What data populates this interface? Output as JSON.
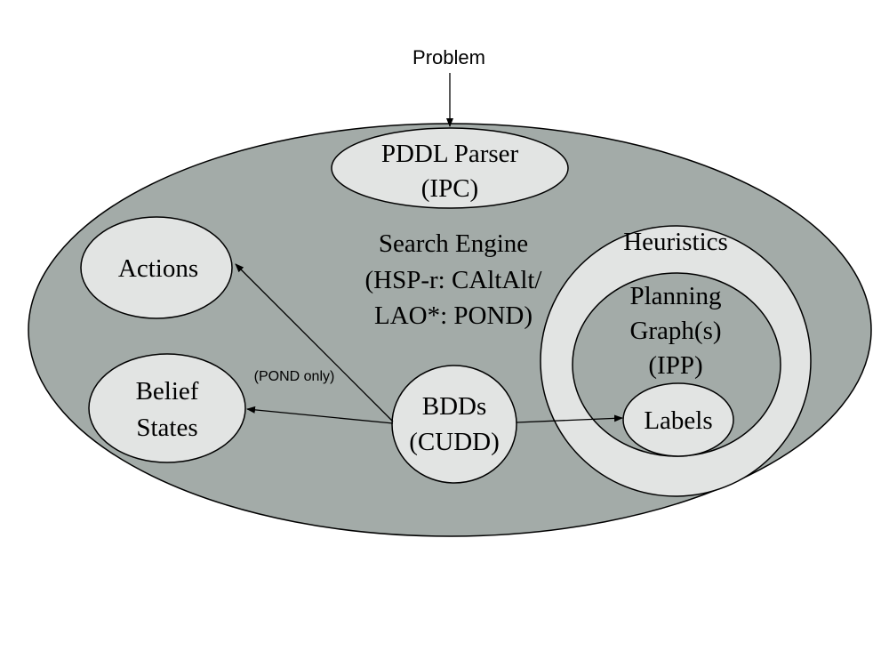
{
  "input": {
    "label": "Problem"
  },
  "nodes": {
    "parser": {
      "line1": "PDDL Parser",
      "line2": "(IPC)"
    },
    "search_engine": {
      "line1": "Search Engine",
      "line2": "(HSP-r: CAltAlt/",
      "line3": "LAO*: POND)"
    },
    "actions": {
      "label": "Actions"
    },
    "belief_states": {
      "line1": "Belief",
      "line2": "States"
    },
    "bdds": {
      "line1": "BDDs",
      "line2": "(CUDD)"
    },
    "heuristics": {
      "label": "Heuristics"
    },
    "planning_graph": {
      "line1": "Planning",
      "line2": "Graph(s)",
      "line3": "(IPP)"
    },
    "labels": {
      "label": "Labels"
    }
  },
  "edges": {
    "bdds_to_actions_note": "(POND only)"
  },
  "colors": {
    "outer_fill": "#a3aba8",
    "inner_fill": "#e2e4e3",
    "stroke": "#000000",
    "background": "#ffffff"
  }
}
